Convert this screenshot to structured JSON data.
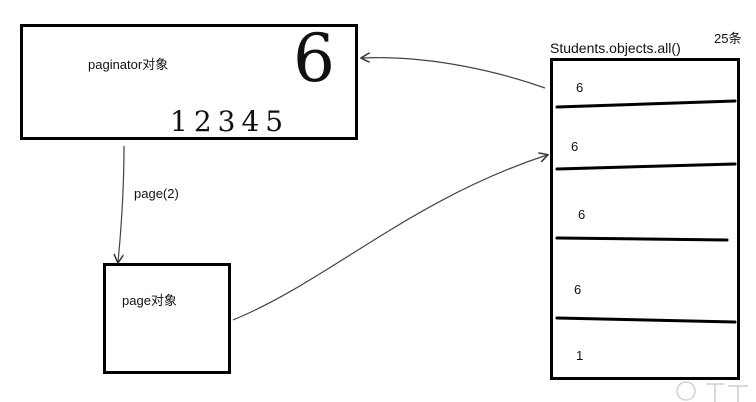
{
  "paginator_box": {
    "label": "paginator对象",
    "big_number": "6",
    "page_numbers": "12345"
  },
  "edge_label": "page(2)",
  "page_box": {
    "label": "page对象"
  },
  "queryset": {
    "title": "Students.objects.all()",
    "count_note": "25条",
    "groups": [
      "6",
      "6",
      "6",
      "6",
      "1"
    ]
  }
}
